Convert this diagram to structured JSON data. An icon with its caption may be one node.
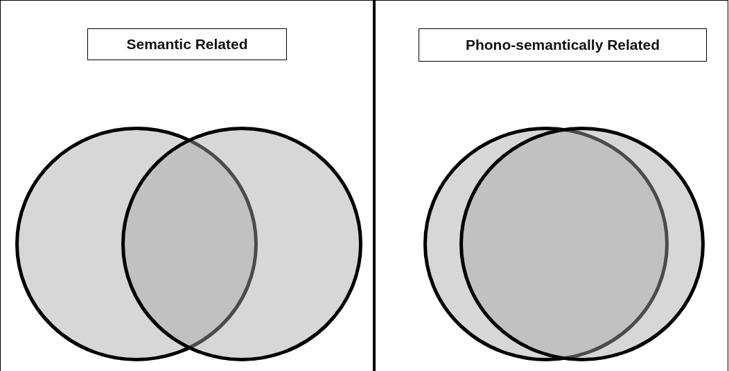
{
  "diagram": {
    "nodes": [
      {
        "text": [
          "Semantic Related"
        ]
      },
      {
        "text": [
          "Phono-semantically Related"
        ]
      },
      {
        "text": [],
        "shape": "circle"
      },
      {
        "text": [],
        "shape": "circle"
      },
      {
        "text": [],
        "shape": "circle"
      },
      {
        "text": [],
        "shape": "circle"
      }
    ],
    "edges": []
  }
}
